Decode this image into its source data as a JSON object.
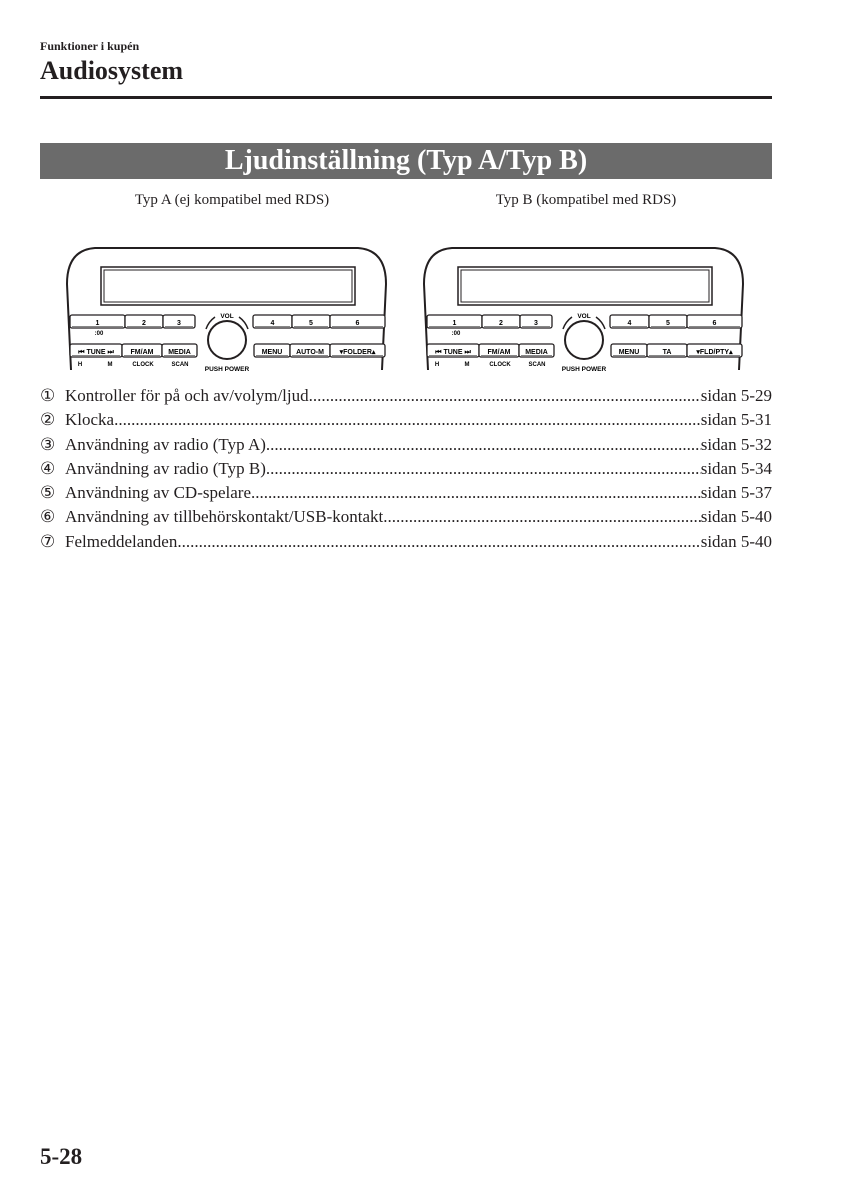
{
  "header": {
    "section": "Funktioner i kupén",
    "title": "Audiosystem"
  },
  "banner": "Ljudinställning (Typ A/Typ B)",
  "radios": [
    {
      "caption": "Typ A (ej kompatibel med RDS)",
      "presets": [
        "1",
        "2",
        "3",
        "4",
        "5",
        "6"
      ],
      "sub_label": ":00",
      "left_buttons": [
        "⏮ TUNE ⏭",
        "FM/AM",
        "MEDIA"
      ],
      "right_buttons": [
        "MENU",
        "AUTO-M",
        "▾FOLDER▴"
      ],
      "bottom_labels": [
        "H",
        "M",
        "CLOCK",
        "SCAN"
      ],
      "vol": "VOL",
      "power": "PUSH POWER"
    },
    {
      "caption": "Typ B (kompatibel med RDS)",
      "presets": [
        "1",
        "2",
        "3",
        "4",
        "5",
        "6"
      ],
      "sub_label": ":00",
      "left_buttons": [
        "⏮ TUNE ⏭",
        "FM/AM",
        "MEDIA"
      ],
      "right_buttons": [
        "MENU",
        "TA",
        "▾FLD/PTY▴"
      ],
      "bottom_labels": [
        "H",
        "M",
        "CLOCK",
        "SCAN"
      ],
      "vol": "VOL",
      "power": "PUSH POWER"
    }
  ],
  "toc": [
    {
      "num": "①",
      "label": "Kontroller för på och av/volym/ljud",
      "page": "sidan 5-29"
    },
    {
      "num": "②",
      "label": "Klocka",
      "page": "sidan 5-31"
    },
    {
      "num": "③",
      "label": "Användning av radio (Typ A)",
      "page": "sidan 5-32"
    },
    {
      "num": "④",
      "label": "Användning av radio (Typ B)",
      "page": "sidan 5-34"
    },
    {
      "num": "⑤",
      "label": "Användning av CD-spelare",
      "page": "sidan 5-37"
    },
    {
      "num": "⑥",
      "label": "Användning av tillbehörskontakt/USB-kontakt",
      "page": "sidan 5-40"
    },
    {
      "num": "⑦",
      "label": "Felmeddelanden",
      "page": "sidan 5-40"
    }
  ],
  "page_number": "5-28"
}
